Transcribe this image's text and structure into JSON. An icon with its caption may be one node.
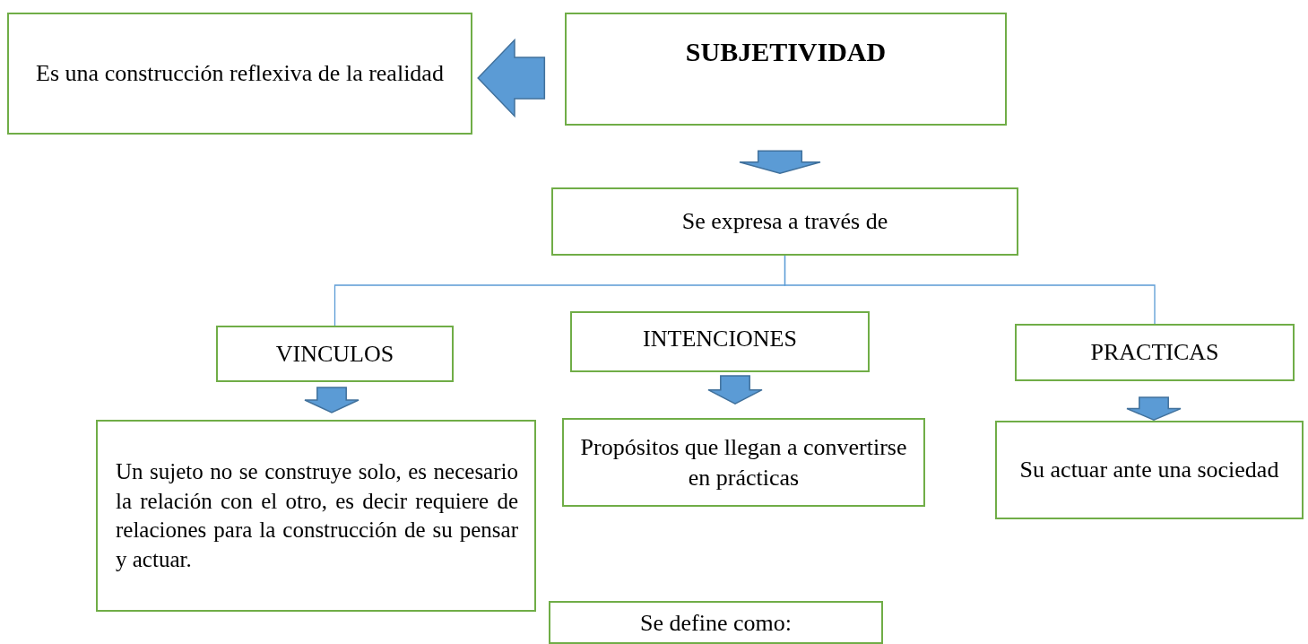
{
  "diagram": {
    "nodes": [
      {
        "text": [
          "SUBJETIVIDAD"
        ]
      },
      {
        "text": [
          "Es una construcción reflexiva de la realidad"
        ]
      },
      {
        "text": [
          "Se expresa a través de"
        ]
      },
      {
        "text": [
          "VINCULOS"
        ]
      },
      {
        "text": [
          "INTENCIONES"
        ]
      },
      {
        "text": [
          "PRACTICAS"
        ]
      },
      {
        "text": [
          "Un sujeto no se construye solo, es necesario la relación con el otro, es decir requiere de relaciones para la construcción de su pensar y actuar."
        ]
      },
      {
        "text": [
          "Propósitos que llegan a convertirse en prácticas"
        ]
      },
      {
        "text": [
          "Su actuar ante una sociedad"
        ]
      },
      {
        "text": [
          "Se define como:"
        ]
      }
    ],
    "edges": [
      {
        "from": 0,
        "to": 1,
        "arrow": "to",
        "style": "thick"
      },
      {
        "from": 0,
        "to": 2,
        "arrow": "to",
        "style": "thick"
      },
      {
        "from": 2,
        "to": 3,
        "arrow": "none"
      },
      {
        "from": 2,
        "to": 5,
        "arrow": "none"
      },
      {
        "from": 3,
        "to": 6,
        "arrow": "to",
        "style": "thick"
      },
      {
        "from": 4,
        "to": 7,
        "arrow": "to",
        "style": "thick"
      },
      {
        "from": 5,
        "to": 8,
        "arrow": "to",
        "style": "thick"
      }
    ]
  }
}
